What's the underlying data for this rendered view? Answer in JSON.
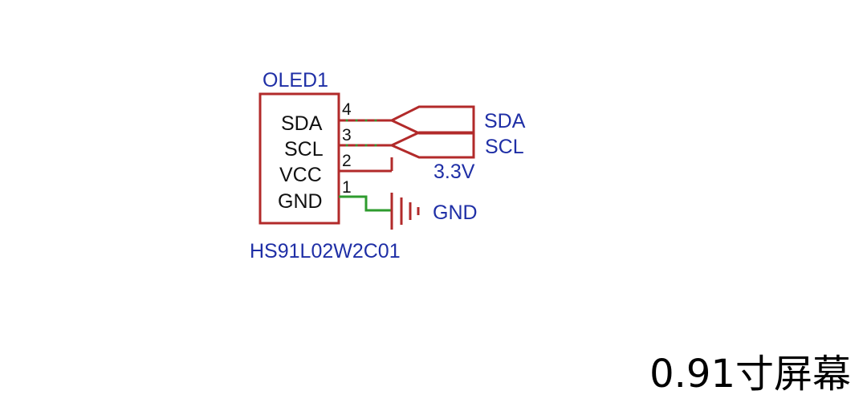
{
  "component": {
    "designator": "OLED1",
    "part_number": "HS91L02W2C01",
    "pins": [
      {
        "number": "4",
        "name": "SDA"
      },
      {
        "number": "3",
        "name": "SCL"
      },
      {
        "number": "2",
        "name": "VCC"
      },
      {
        "number": "1",
        "name": "GND"
      }
    ]
  },
  "nets": {
    "sda": "SDA",
    "scl": "SCL",
    "power": "3.3V",
    "ground": "GND"
  },
  "caption": "0.91寸屏幕",
  "colors": {
    "wire": "#b22a2a",
    "net_label": "#1f2fa6",
    "pin_text": "#111111",
    "junction_wire": "#2e9b2e"
  }
}
